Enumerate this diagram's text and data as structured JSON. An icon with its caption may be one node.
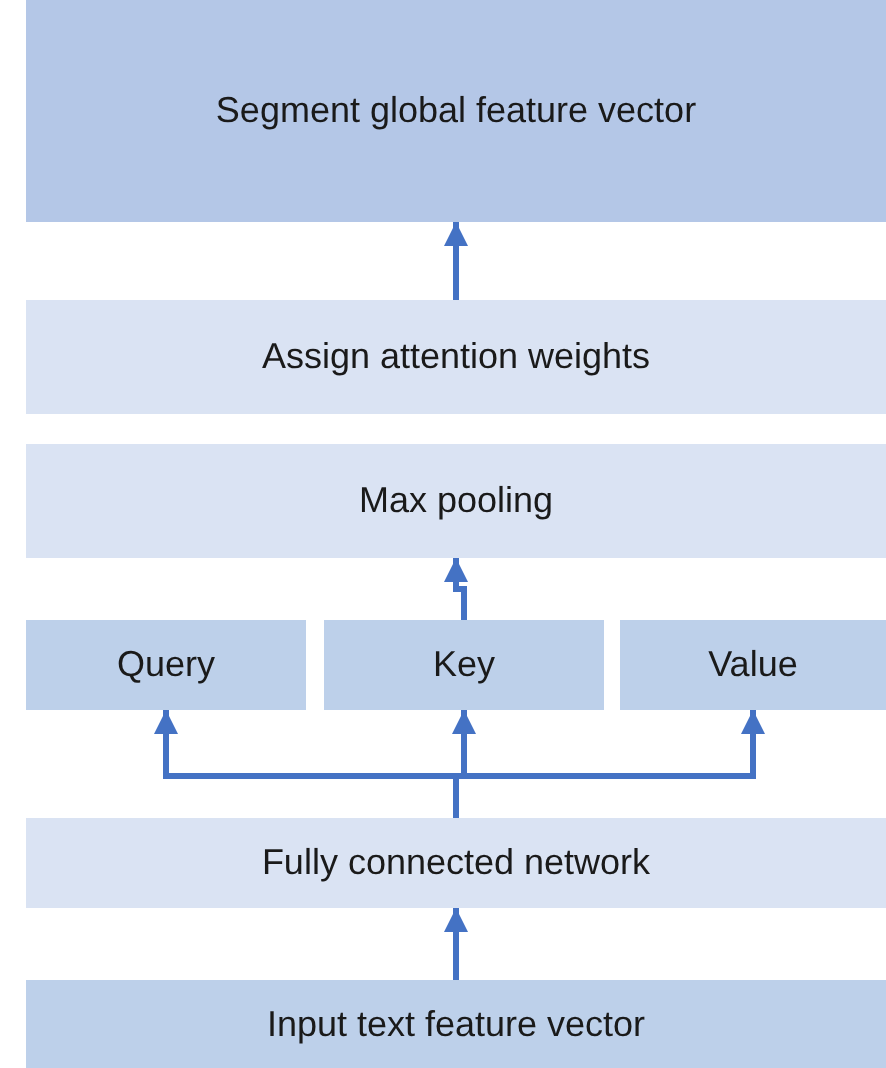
{
  "diagram": {
    "nodes": [
      {
        "text": [
          "Segment global feature vector"
        ]
      },
      {
        "text": [
          "Assign attention weights"
        ]
      },
      {
        "text": [
          "Max pooling"
        ]
      },
      {
        "text": [
          "Query"
        ]
      },
      {
        "text": [
          "Key"
        ]
      },
      {
        "text": [
          "Value"
        ]
      },
      {
        "text": [
          "Fully connected network"
        ]
      },
      {
        "text": [
          "Input text feature vector"
        ]
      }
    ],
    "edges": [
      {
        "from": 1,
        "to": 0,
        "arrow": "to"
      },
      {
        "from": 4,
        "to": 2,
        "arrow": "to"
      },
      {
        "from": 6,
        "to": 3,
        "arrow": "to"
      },
      {
        "from": 6,
        "to": 4,
        "arrow": "to"
      },
      {
        "from": 6,
        "to": 5,
        "arrow": "to"
      },
      {
        "from": 7,
        "to": 6,
        "arrow": "to"
      }
    ]
  }
}
